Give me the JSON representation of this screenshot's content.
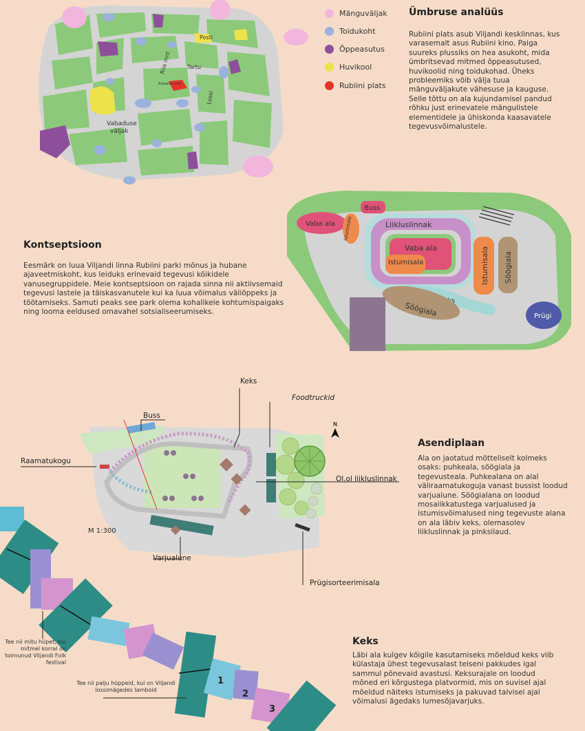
{
  "legend": [
    {
      "label": "Mänguväljak",
      "color": "#f2b6dc"
    },
    {
      "label": "Toidukoht",
      "color": "#9bb2dd"
    },
    {
      "label": "Õppeasutus",
      "color": "#8e4f9a"
    },
    {
      "label": "Huvikool",
      "color": "#ede24a"
    },
    {
      "label": "Rubiini plats",
      "color": "#e6332a"
    }
  ],
  "map": {
    "streets": {
      "posti": "Posti",
      "riia": "Riia mnt",
      "tartu": "Tartu",
      "lossi": "Lossi",
      "vabaduse": "Vabaduse",
      "valjak": "väljak",
      "arkaadia": "Arkaadia aed"
    }
  },
  "umbruse": {
    "title": "Ümbruse analüüs",
    "text": "Rubiini plats asub Viljandi kesklinnas, kus varasemalt asus Rubiini kino. Paiga suureks plussiks on hea asukoht, mida ümbritsevad mitmed õppeasutused, huvikoolid ning toidukohad. Üheks probleemiks võib välja tuua mänguväljakute vähesuse ja kauguse. Selle tõttu on ala kujundamisel pandud rõhku just erinevatele mängulistele elementidele ja ühiskonda kaasavatele tegevusvõimalustele."
  },
  "kontseptsioon": {
    "title": "Kontseptsioon",
    "text": "Eesmärk on luua Viljandi linna Rubiini parki mõnus ja hubane ajaveetmiskoht, kus leiduks erinevaid tegevusi kõikidele vanusegruppidele. Meie kontseptsioon on rajada sinna nii aktiivsemaid tegevusi lastele ja täiskasvanutele kui ka luua võimalus väliõppeks ja töötamiseks. Samuti peaks see park olema kohalikele kohtumispaigaks ning looma eeldused omavahel sotsialiseerumiseks."
  },
  "zones": {
    "vaba_ala_left": "Vaba ala",
    "istumisala_small": "Istumisala",
    "buss": "Buss",
    "liikluslinnak": "Liikluslinnak",
    "vaba_ala_center": "Vaba ala",
    "istumisala_center": "Istumisala",
    "istumisala_right": "Istumisala",
    "soogiala_right": "Söögiala",
    "soogiala_bottom": "Söögiala",
    "keks": "Keks",
    "prugi": "Prügi"
  },
  "plan": {
    "labels": {
      "keks": "Keks",
      "buss": "Buss",
      "foodtruck": "Foodtruckid",
      "raamatukogu": "Raamatukogu",
      "liikluslinnak": "Ol.ol liikluslinnak",
      "varjualune": "Varjualune",
      "prugisorteerimisala": "Prügisorteerimisala",
      "scale": "M 1:300",
      "north": "N"
    }
  },
  "asendiplaan": {
    "title": "Asendiplaan",
    "text": "Ala on jaotatud mõtteliselt kolmeks osaks: puhkeala, söögiala ja tegevusteala. Puhkealana on alal väliraamatukoguja vanast bussist loodud varjualune. Söögialana on loodud mosaiikkatustega varjualused ja istumisvõimalused ning tegevuste alana on ala läbiv keks, olemasolev liikluslinnak ja pinksilaud."
  },
  "keks": {
    "title": "Keks",
    "text": "Läbi ala kulgev kõigile kasutamiseks mõeldud keks viib külastaja ühest tegevusalast teiseni pakkudes igal sammul põnevaid avastusi. Keksurajale on loodud mõned eri kõrgustega platvormid, mis on suvisel ajal mõeldud näiteks istumiseks ja pakuvad talvisel ajal võimalusi ägedaks lumesõjavarjuks.",
    "note1": "Tee nii mitu hüpet, kui mitmel korral on toimunud Viljandi Folk festival",
    "note2": "Tee nii palju hüppeid, kui on Viljandi lossimägedes lamboid",
    "numbers": [
      "1",
      "2",
      "3"
    ]
  }
}
